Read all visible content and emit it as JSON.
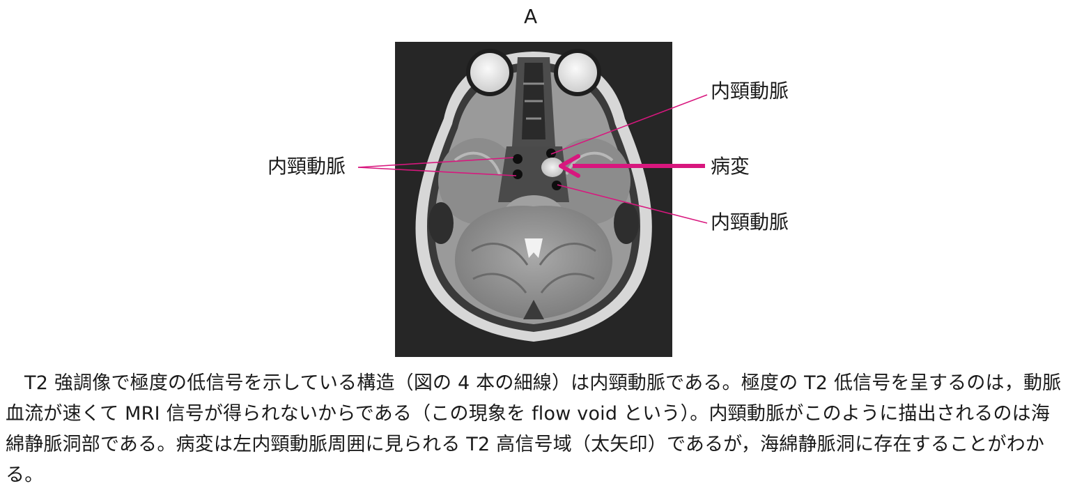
{
  "figure": {
    "panel_label": "A",
    "labels": {
      "left": "内頸動脈",
      "top_right": "内頸動脈",
      "lesion": "病変",
      "bottom_right": "内頸動脈"
    },
    "colors": {
      "pointer": "#d8177e",
      "image_background": "#262626"
    }
  },
  "caption": "T2 強調像で極度の低信号を示している構造（図の 4 本の細線）は内頸動脈である。極度の T2 低信号を呈するのは，動脈血流が速くて MRI 信号が得られないからである（この現象を flow void という）。内頸動脈がこのように描出されるのは海綿静脈洞部である。病変は左内頸動脈周囲に見られる T2 高信号域（太矢印）であるが，海綿静脈洞に存在することがわかる。"
}
